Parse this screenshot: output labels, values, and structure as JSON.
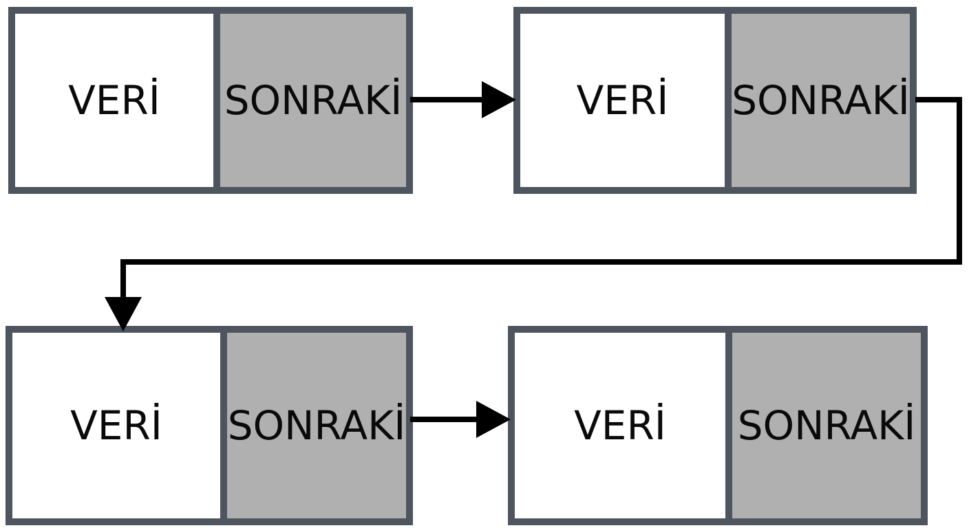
{
  "nodes": [
    {
      "data_label": "VERİ",
      "next_label": "SONRAKİ"
    },
    {
      "data_label": "VERİ",
      "next_label": "SONRAKİ"
    },
    {
      "data_label": "VERİ",
      "next_label": "SONRAKİ"
    },
    {
      "data_label": "VERİ",
      "next_label": "SONRAKİ"
    }
  ],
  "colors": {
    "border": "#4e555e",
    "next_fill": "#b0b0b0",
    "data_fill": "#ffffff",
    "arrow": "#000000"
  }
}
